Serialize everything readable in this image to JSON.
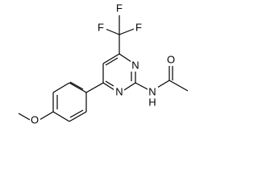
{
  "diagram": {
    "type": "chemical-structure",
    "atoms": {
      "f_top": "F",
      "f_left": "F",
      "f_right": "F",
      "n_ring_top": "N",
      "n_ring_bottom": "N",
      "n_amide": "N",
      "h_amide": "H",
      "o_carbonyl": "O",
      "o_methoxy": "O"
    },
    "colors": {
      "bond": "#000000",
      "label": "#000000",
      "background": "#ffffff"
    }
  }
}
